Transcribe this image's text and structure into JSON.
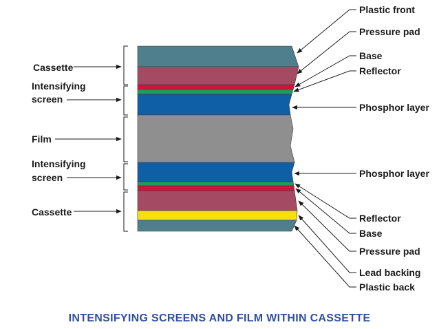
{
  "caption": "INTENSIFYING SCREENS AND FILM WITHIN CASSETTE",
  "left_labels": {
    "cassette_top": "Cassette",
    "screen_top_1": "Intensifying",
    "screen_top_2": "screen",
    "film": "Film",
    "screen_bottom_1": "Intensifying",
    "screen_bottom_2": "screen",
    "cassette_bottom": "Cassette"
  },
  "right_labels": {
    "plastic_front": "Plastic front",
    "pressure_pad_top": "Pressure pad",
    "base_top": "Base",
    "reflector_top": "Reflector",
    "phosphor_top": "Phosphor layer",
    "phosphor_bottom": "Phosphor layer",
    "reflector_bottom": "Reflector",
    "base_bottom": "Base",
    "pressure_pad_bottom": "Pressure pad",
    "lead_backing": "Lead backing",
    "plastic_back": "Plastic back"
  },
  "colors": {
    "plastic": "#4f7f8c",
    "pressure_pad": "#a44a62",
    "base": "#d2123a",
    "reflector": "#1e9b5e",
    "phosphor": "#0f5fa6",
    "film": "#8f8f8f",
    "lead": "#f3e00c",
    "caption": "#2e4fa0"
  }
}
